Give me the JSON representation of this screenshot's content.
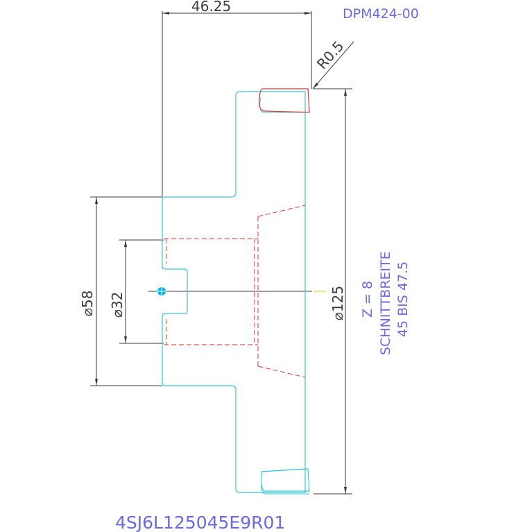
{
  "drawing_number": "DPM424-00",
  "part_number": "4SJ6L125045E9R01",
  "dimensions": {
    "length": "46.25",
    "radius": "R0.5",
    "outer_diameter": "⌀125",
    "hub_diameter": "⌀58",
    "bore_diameter": "⌀32"
  },
  "notes": {
    "teeth": "Z = 8",
    "cut_width_label": "SCHNITTBREITE",
    "cut_width_range": "45  BIS  47.5"
  },
  "colors": {
    "profile": "#33c8d8",
    "hidden": "#e03030",
    "dimension": "#3a3a3a",
    "note": "#6a6ae0",
    "centerline": "#d0d000",
    "center_marker": "#00b8e8"
  }
}
